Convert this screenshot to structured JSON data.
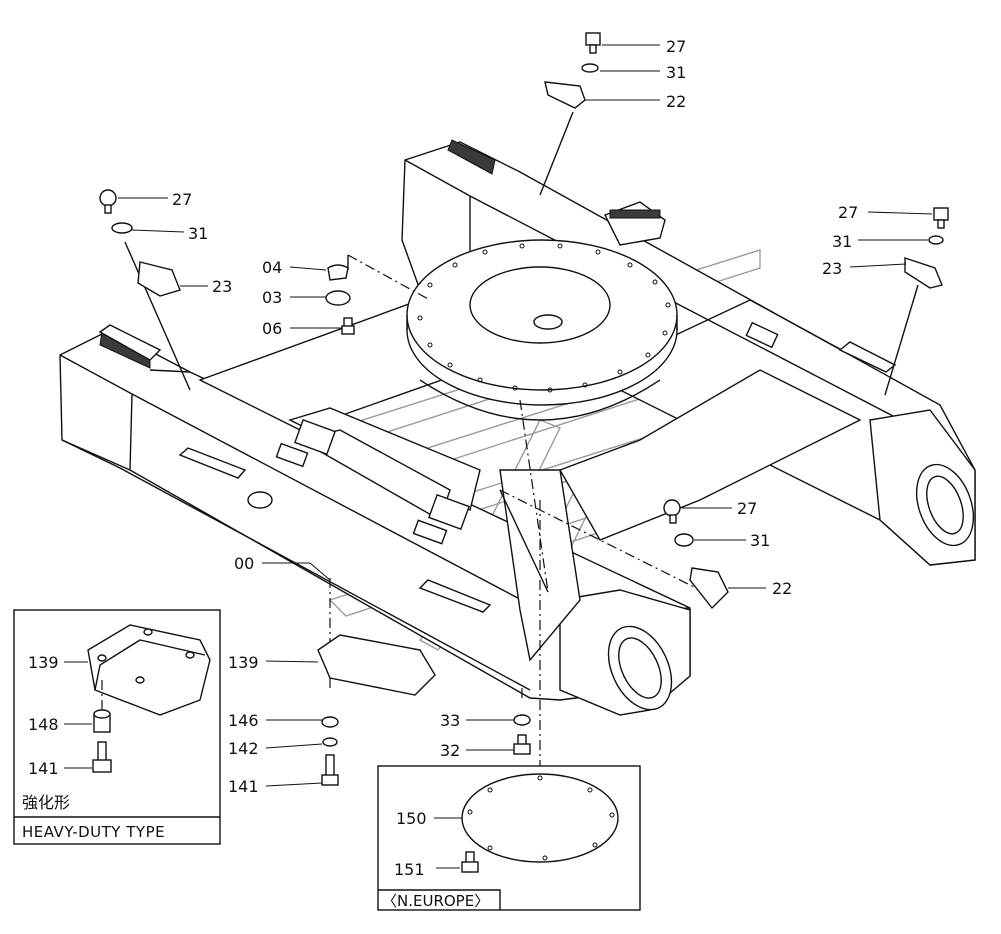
{
  "callouts": {
    "c27_top": "27",
    "c31_top": "31",
    "c22_top": "22",
    "c27_left": "27",
    "c31_left": "31",
    "c23_left": "23",
    "c04": "04",
    "c03": "03",
    "c06": "06",
    "c27_right": "27",
    "c31_right": "31",
    "c23_right": "23",
    "c27_mid": "27",
    "c31_mid": "31",
    "c22_mid": "22",
    "c00": "00",
    "c139_main": "139",
    "c146": "146",
    "c142": "142",
    "c141_main": "141",
    "c33": "33",
    "c32": "32",
    "c150": "150",
    "c151": "151"
  },
  "heavy_duty_inset": {
    "c139": "139",
    "c148": "148",
    "c141": "141",
    "jp_label": "強化形",
    "title": "HEAVY-DUTY TYPE"
  },
  "north_europe_inset": {
    "title": "〈N.EUROPE〉"
  }
}
